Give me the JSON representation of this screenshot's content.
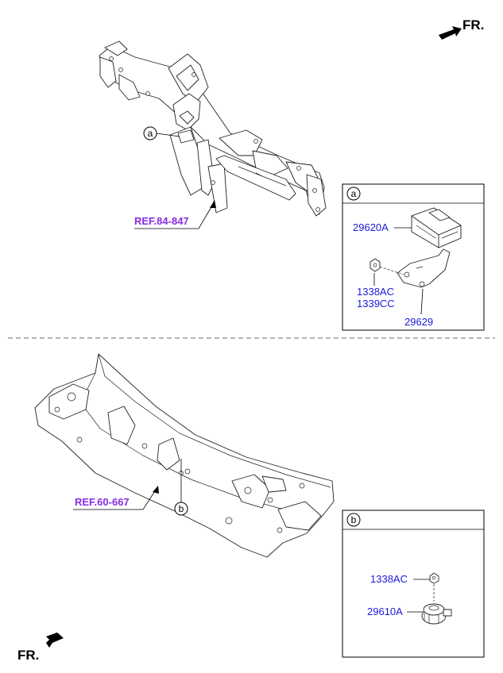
{
  "orientation": {
    "top_label": "FR.",
    "bottom_label": "FR.",
    "arrow_icon": "direction-arrow-icon"
  },
  "upper_assembly": {
    "reference": "REF.84-847",
    "callout_letter": "a"
  },
  "lower_assembly": {
    "reference": "REF.60-667",
    "callout_letter": "b"
  },
  "detail_a": {
    "letter": "a",
    "parts": [
      "29620A",
      "1338AC",
      "1339CC",
      "29629"
    ]
  },
  "detail_b": {
    "letter": "b",
    "parts": [
      "1338AC",
      "29610A"
    ]
  },
  "colors": {
    "part_number": "#1a1adb",
    "reference": "#8a2be2",
    "line": "#222222"
  }
}
